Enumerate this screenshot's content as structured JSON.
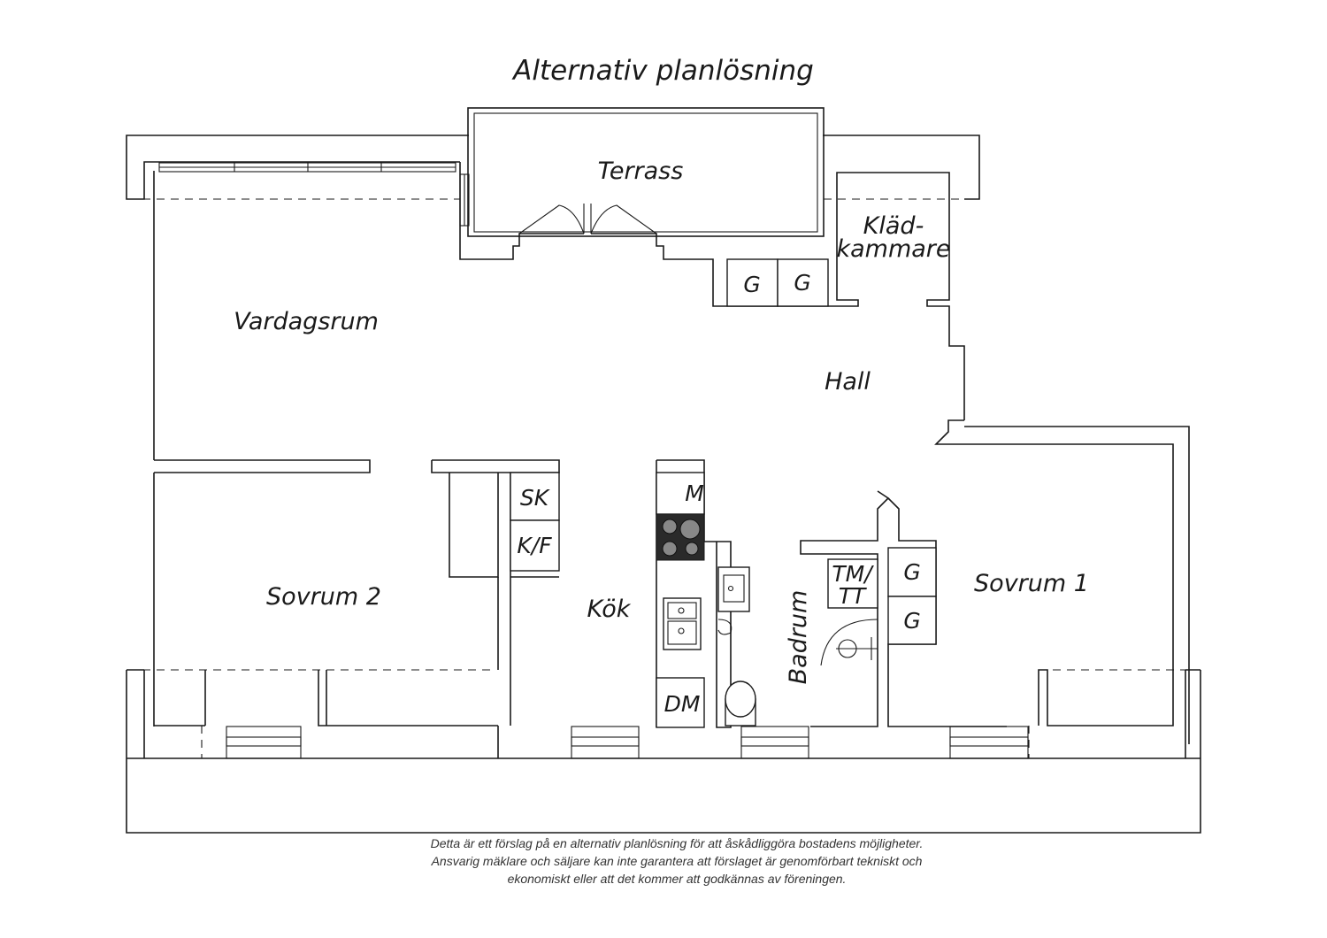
{
  "title": "Alternativ planlösning",
  "rooms": {
    "terrass": "Terrass",
    "vardagsrum": "Vardagsrum",
    "kladkammare_1": "Kläd-",
    "kladkammare_2": "kammare",
    "hall": "Hall",
    "sovrum2": "Sovrum 2",
    "kok": "Kök",
    "badrum": "Badrum",
    "sovrum1": "Sovrum 1"
  },
  "fixtures": {
    "g": "G",
    "sk": "SK",
    "kf": "K/F",
    "m": "M",
    "dm": "DM",
    "tm_1": "TM/",
    "tm_2": "TT"
  },
  "disclaimer": [
    "Detta är ett förslag på en alternativ planlösning för att åskådliggöra bostadens möjligheter.",
    "Ansvarig mäklare och säljare kan inte garantera att förslaget är genomförbart tekniskt och",
    "ekonomiskt eller att det kommer att godkännas av föreningen."
  ]
}
